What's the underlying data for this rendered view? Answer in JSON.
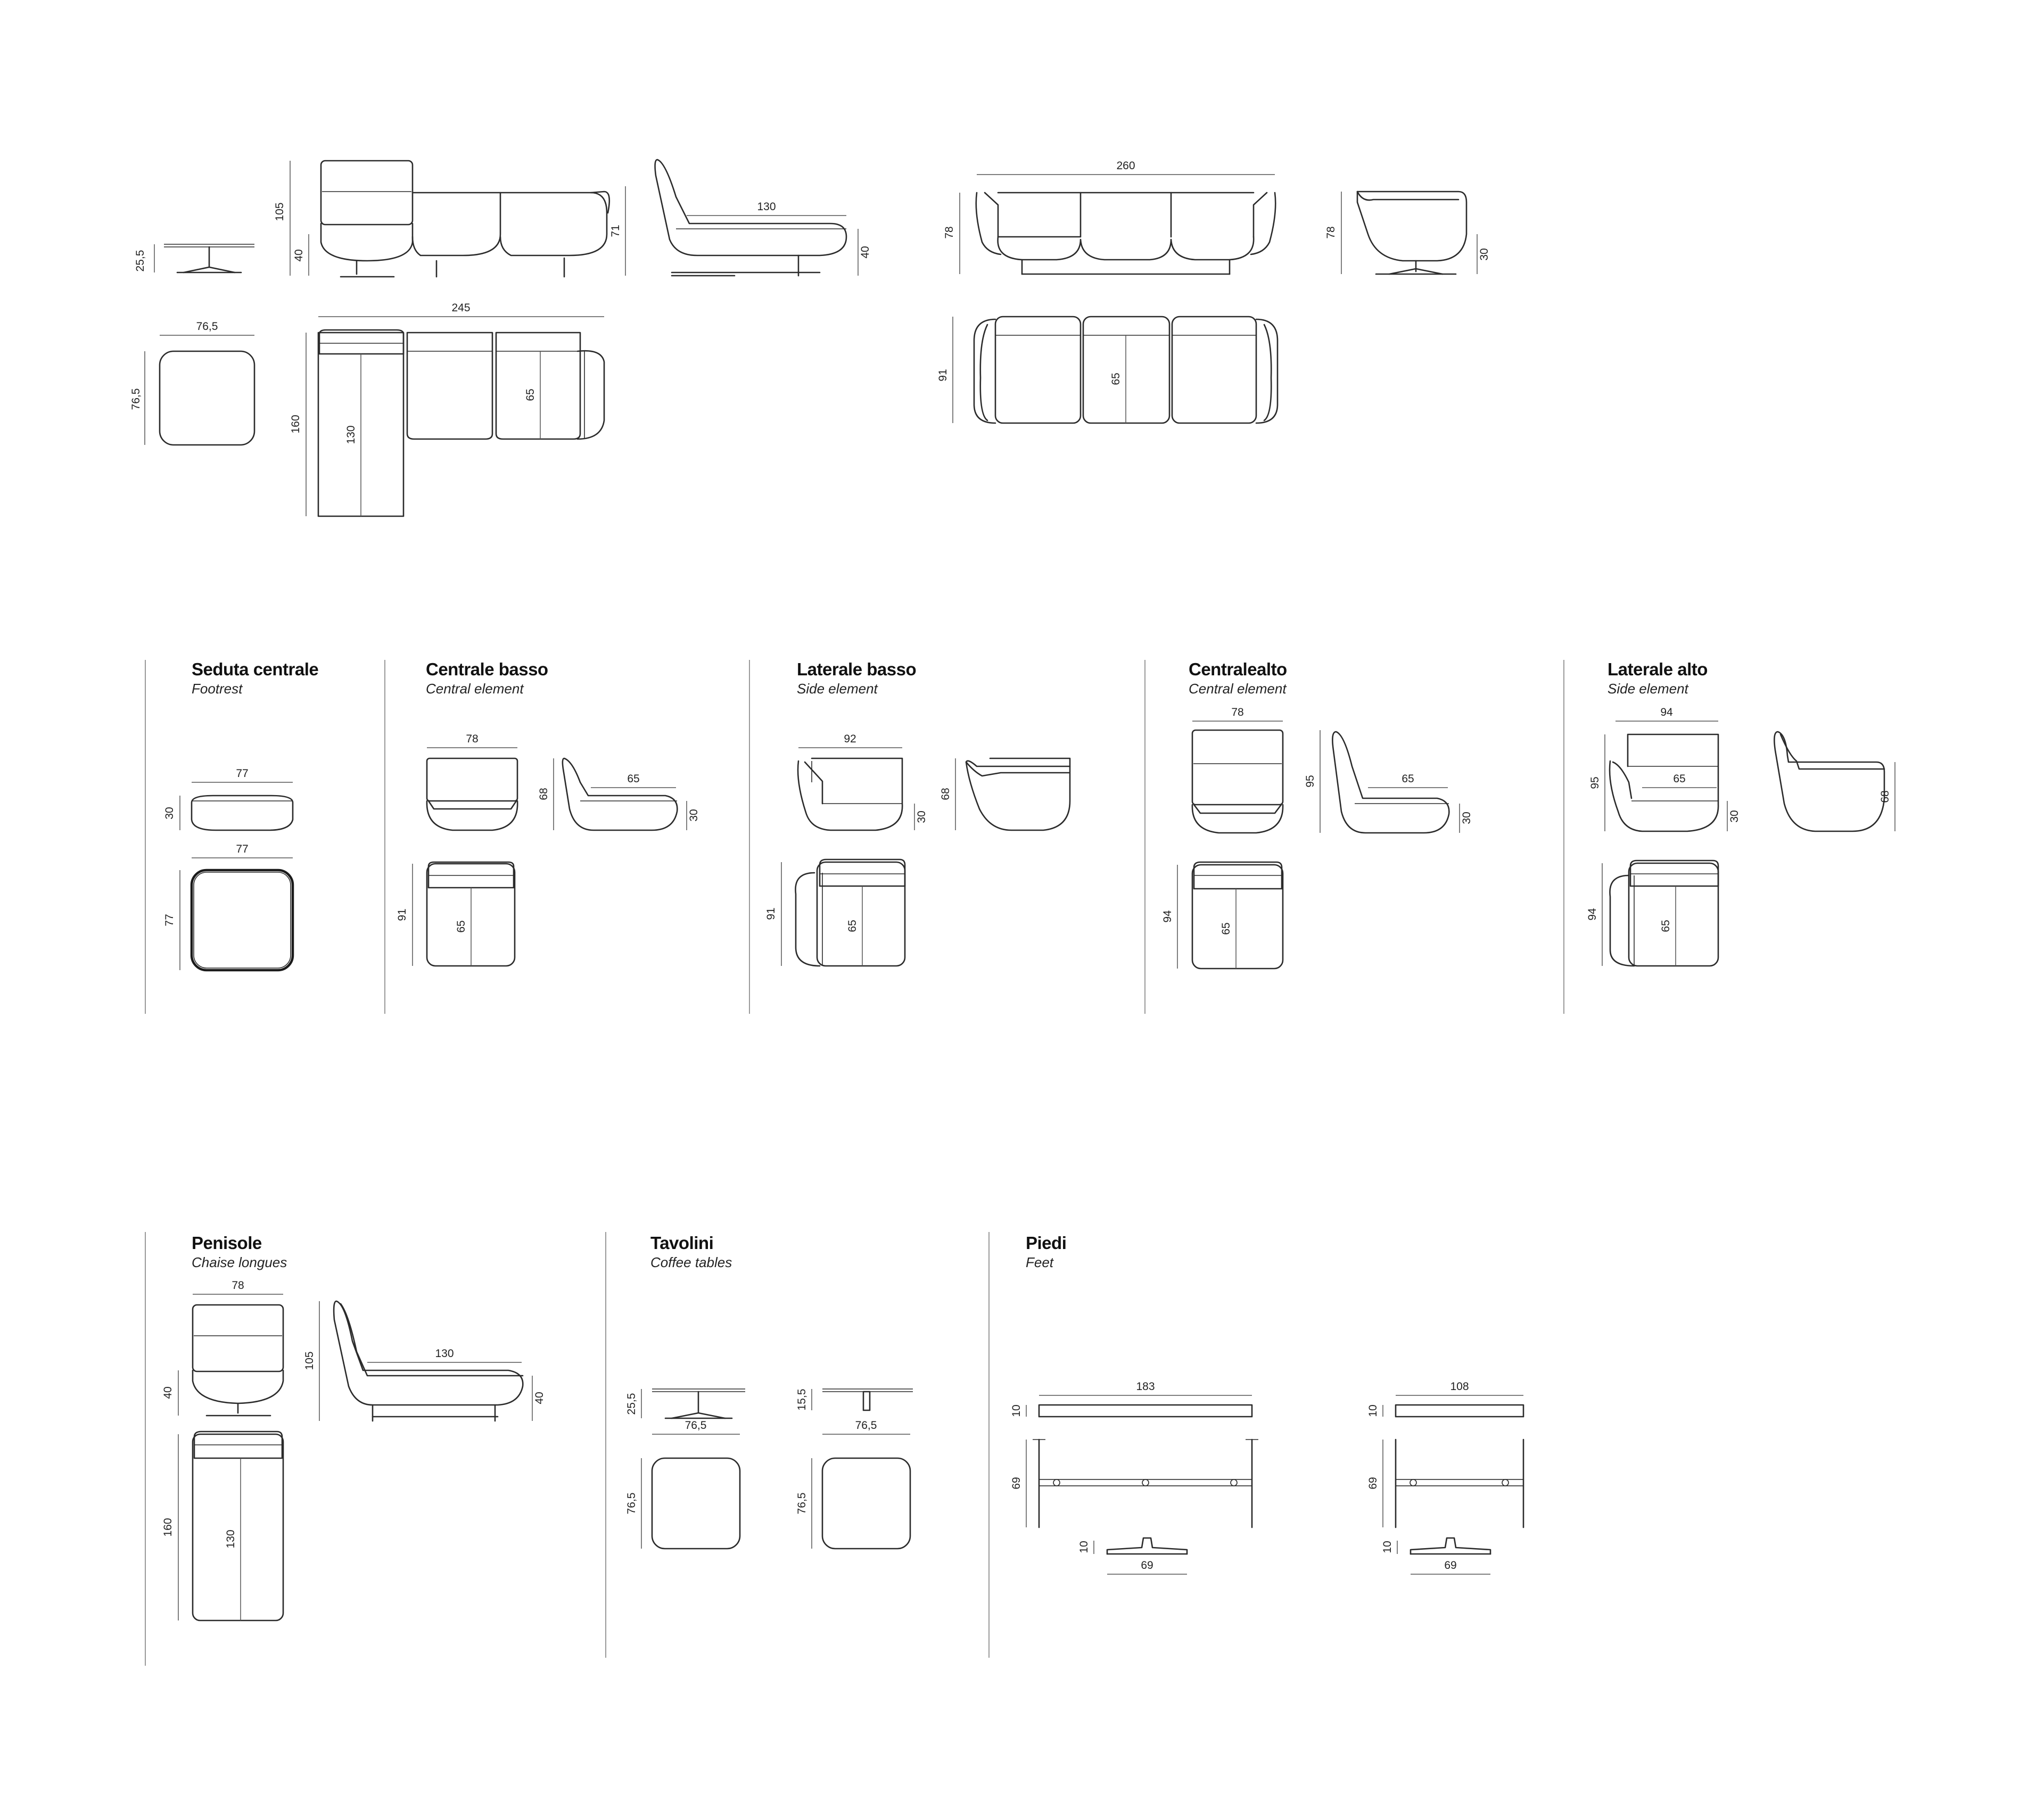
{
  "sections": [
    {
      "title": "Seduta centrale",
      "subtitle": "Footrest"
    },
    {
      "title": "Centrale basso",
      "subtitle": "Central element"
    },
    {
      "title": "Laterale basso",
      "subtitle": "Side element"
    },
    {
      "title": "Centralealto",
      "subtitle": "Central element"
    },
    {
      "title": "Laterale alto",
      "subtitle": "Side element"
    },
    {
      "title": "Penisole",
      "subtitle": "Chaise longues"
    },
    {
      "title": "Tavolini",
      "subtitle": "Coffee tables"
    },
    {
      "title": "Piedi",
      "subtitle": "Feet"
    }
  ],
  "dimensions": {
    "top_table_height": "25,5",
    "top_table_width": "76,5",
    "top_table_depth": "76,5",
    "corner_back_height": "105",
    "corner_seat_height": "40",
    "corner_width": "245",
    "corner_depth": "160",
    "corner_chaise_length": "130",
    "corner_seat_depth": "65",
    "chaise_side_length": "130",
    "chaise_side_height": "71",
    "chaise_side_seat": "40",
    "sofa_width": "260",
    "sofa_height": "78",
    "sofa_depth": "91",
    "sofa_seat_depth": "65",
    "sofa_side_height": "78",
    "sofa_side_seat": "30",
    "footrest_width": "77",
    "footrest_height": "30",
    "footrest_plan_width": "77",
    "footrest_plan_depth": "77",
    "cb_width": "78",
    "cb_height": "68",
    "cb_seat_depth": "65",
    "cb_seat_height": "30",
    "cb_depth": "91",
    "cb_plan_seat": "65",
    "lb_width": "92",
    "lb_seat_height": "30",
    "lb_height": "68",
    "lb_depth": "91",
    "lb_plan_seat": "65",
    "ca_width": "78",
    "ca_height": "95",
    "ca_seat_depth": "65",
    "ca_seat_height": "30",
    "ca_depth": "94",
    "ca_plan_seat": "65",
    "la_width": "94",
    "la_height": "95",
    "la_seat_depth": "65",
    "la_seat_height": "30",
    "la_side_height": "68",
    "la_depth": "94",
    "la_plan_seat": "65",
    "pen_width": "78",
    "pen_seat_height": "40",
    "pen_back_height": "105",
    "pen_length": "130",
    "pen_side_seat": "40",
    "pen_depth": "160",
    "pen_plan_length": "130",
    "tav1_height": "25,5",
    "tav1_width": "76,5",
    "tav1_depth": "76,5",
    "tav2_height": "15,5",
    "tav2_width": "76,5",
    "tav2_depth": "76,5",
    "feet1_length": "183",
    "feet1_height": "10",
    "feet1_width": "69",
    "feet1_foot_height": "10",
    "feet1_foot_width": "69",
    "feet2_length": "108",
    "feet2_height": "10",
    "feet2_width": "69",
    "feet2_foot_height": "10",
    "feet2_foot_width": "69"
  }
}
